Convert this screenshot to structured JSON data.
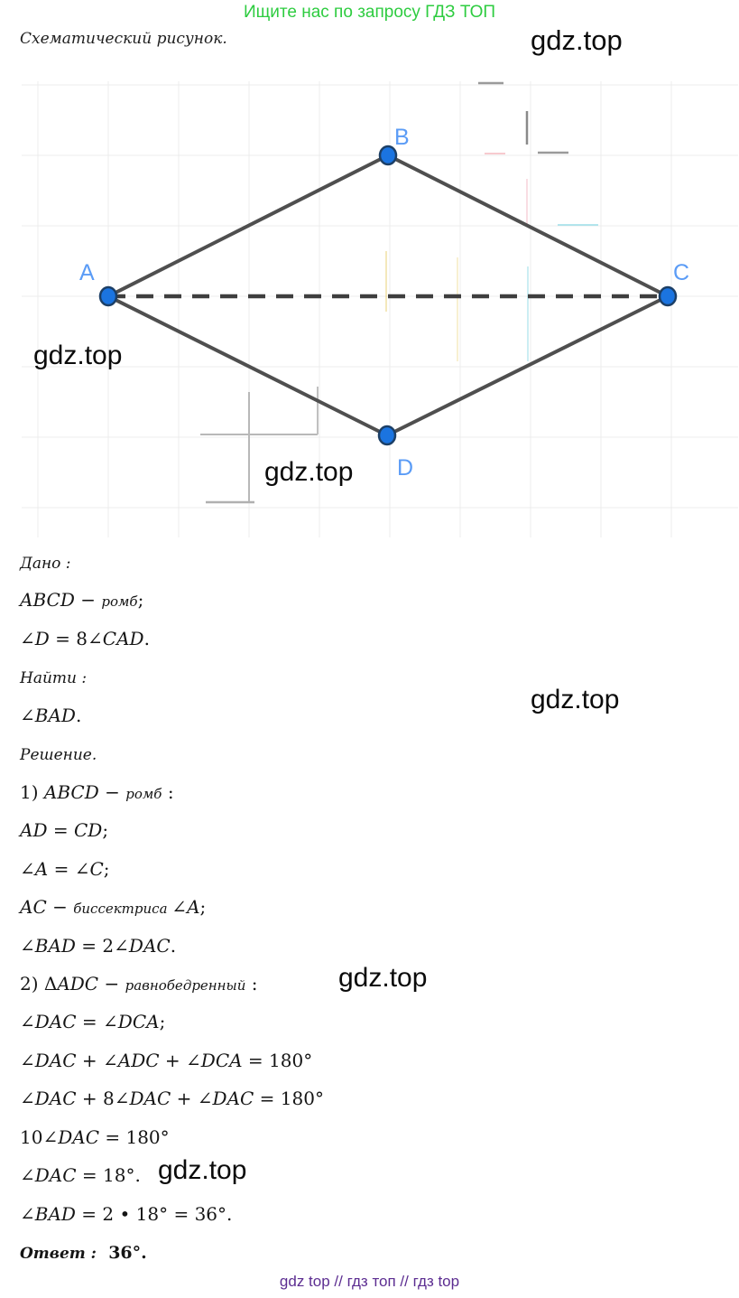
{
  "header": {
    "promo": "Ищите нас по запросу ГДЗ ТОП",
    "caption": "Схематический рисунок."
  },
  "watermark": {
    "text": "gdz.top"
  },
  "diagram": {
    "shape": "rhombus",
    "vertices": [
      {
        "label": "A"
      },
      {
        "label": "B"
      },
      {
        "label": "C"
      },
      {
        "label": "D"
      }
    ],
    "dashed_diagonal": "AC"
  },
  "solution": {
    "lines": [
      {
        "parts": [
          {
            "t": "Дано :",
            "s": "h"
          }
        ]
      },
      {
        "parts": [
          {
            "t": "ABCD",
            "s": "i"
          },
          {
            "t": " − ",
            "s": "r"
          },
          {
            "t": "ромб",
            "s": "s"
          },
          {
            "t": ";",
            "s": "r"
          }
        ]
      },
      {
        "parts": [
          {
            "t": "∠",
            "s": "r"
          },
          {
            "t": "D",
            "s": "i"
          },
          {
            "t": " = 8∠",
            "s": "r"
          },
          {
            "t": "CAD",
            "s": "i"
          },
          {
            "t": ".",
            "s": "r"
          }
        ]
      },
      {
        "parts": [
          {
            "t": "Найти :",
            "s": "h"
          }
        ]
      },
      {
        "parts": [
          {
            "t": "∠",
            "s": "r"
          },
          {
            "t": "BAD",
            "s": "i"
          },
          {
            "t": ".",
            "s": "r"
          }
        ]
      },
      {
        "parts": [
          {
            "t": "Решение.",
            "s": "h"
          }
        ]
      },
      {
        "parts": [
          {
            "t": "1) ",
            "s": "r"
          },
          {
            "t": "ABCD",
            "s": "i"
          },
          {
            "t": " − ",
            "s": "r"
          },
          {
            "t": "ромб",
            "s": "s"
          },
          {
            "t": " :",
            "s": "r"
          }
        ]
      },
      {
        "parts": [
          {
            "t": "AD",
            "s": "i"
          },
          {
            "t": " = ",
            "s": "r"
          },
          {
            "t": "CD",
            "s": "i"
          },
          {
            "t": ";",
            "s": "r"
          }
        ]
      },
      {
        "parts": [
          {
            "t": "∠",
            "s": "r"
          },
          {
            "t": "A",
            "s": "i"
          },
          {
            "t": " = ∠",
            "s": "r"
          },
          {
            "t": "C",
            "s": "i"
          },
          {
            "t": ";",
            "s": "r"
          }
        ]
      },
      {
        "parts": [
          {
            "t": "AC",
            "s": "i"
          },
          {
            "t": " − ",
            "s": "r"
          },
          {
            "t": "биссектриса ",
            "s": "s"
          },
          {
            "t": "∠",
            "s": "r"
          },
          {
            "t": "A",
            "s": "i"
          },
          {
            "t": ";",
            "s": "r"
          }
        ]
      },
      {
        "parts": [
          {
            "t": "∠",
            "s": "r"
          },
          {
            "t": "BAD",
            "s": "i"
          },
          {
            "t": " = 2∠",
            "s": "r"
          },
          {
            "t": "DAC",
            "s": "i"
          },
          {
            "t": ".",
            "s": "r"
          }
        ]
      },
      {
        "parts": [
          {
            "t": "2) Δ",
            "s": "r"
          },
          {
            "t": "ADC",
            "s": "i"
          },
          {
            "t": " − ",
            "s": "r"
          },
          {
            "t": "равнобедренный",
            "s": "s"
          },
          {
            "t": " :",
            "s": "r"
          }
        ]
      },
      {
        "parts": [
          {
            "t": "∠",
            "s": "r"
          },
          {
            "t": "DAC",
            "s": "i"
          },
          {
            "t": " = ∠",
            "s": "r"
          },
          {
            "t": "DCA",
            "s": "i"
          },
          {
            "t": ";",
            "s": "r"
          }
        ]
      },
      {
        "parts": [
          {
            "t": "∠",
            "s": "r"
          },
          {
            "t": "DAC",
            "s": "i"
          },
          {
            "t": " + ∠",
            "s": "r"
          },
          {
            "t": "ADC",
            "s": "i"
          },
          {
            "t": " + ∠",
            "s": "r"
          },
          {
            "t": "DCA",
            "s": "i"
          },
          {
            "t": " = 180°",
            "s": "r"
          }
        ]
      },
      {
        "parts": [
          {
            "t": "∠",
            "s": "r"
          },
          {
            "t": "DAC",
            "s": "i"
          },
          {
            "t": " + 8∠",
            "s": "r"
          },
          {
            "t": "DAC",
            "s": "i"
          },
          {
            "t": " + ∠",
            "s": "r"
          },
          {
            "t": "DAC",
            "s": "i"
          },
          {
            "t": " = 180°",
            "s": "r"
          }
        ]
      },
      {
        "parts": [
          {
            "t": "10∠",
            "s": "r"
          },
          {
            "t": "DAC",
            "s": "i"
          },
          {
            "t": " = 180°",
            "s": "r"
          }
        ]
      },
      {
        "parts": [
          {
            "t": "∠",
            "s": "r"
          },
          {
            "t": "DAC",
            "s": "i"
          },
          {
            "t": " = 18°.",
            "s": "r"
          }
        ]
      },
      {
        "parts": [
          {
            "t": "∠",
            "s": "r"
          },
          {
            "t": "BAD",
            "s": "i"
          },
          {
            "t": " = 2 • 18° = 36°.",
            "s": "r"
          }
        ]
      },
      {
        "parts": [
          {
            "t": "Ответ :",
            "s": "hb"
          },
          {
            "t": "  36°.",
            "s": "rb"
          }
        ]
      }
    ]
  },
  "footer": {
    "text": "gdz top  //  гдз топ  //  гдз top"
  },
  "colors": {
    "promo_green": "#2ecc40",
    "footer_purple": "#5c2d91",
    "vertex_blue": "#1b74e0",
    "vertex_label_blue": "#5b9cf6",
    "edge_gray": "#4f4f4f",
    "watermark_black": "#0b0b0b",
    "text_black": "#151515",
    "grid_gray": "#ececec"
  }
}
